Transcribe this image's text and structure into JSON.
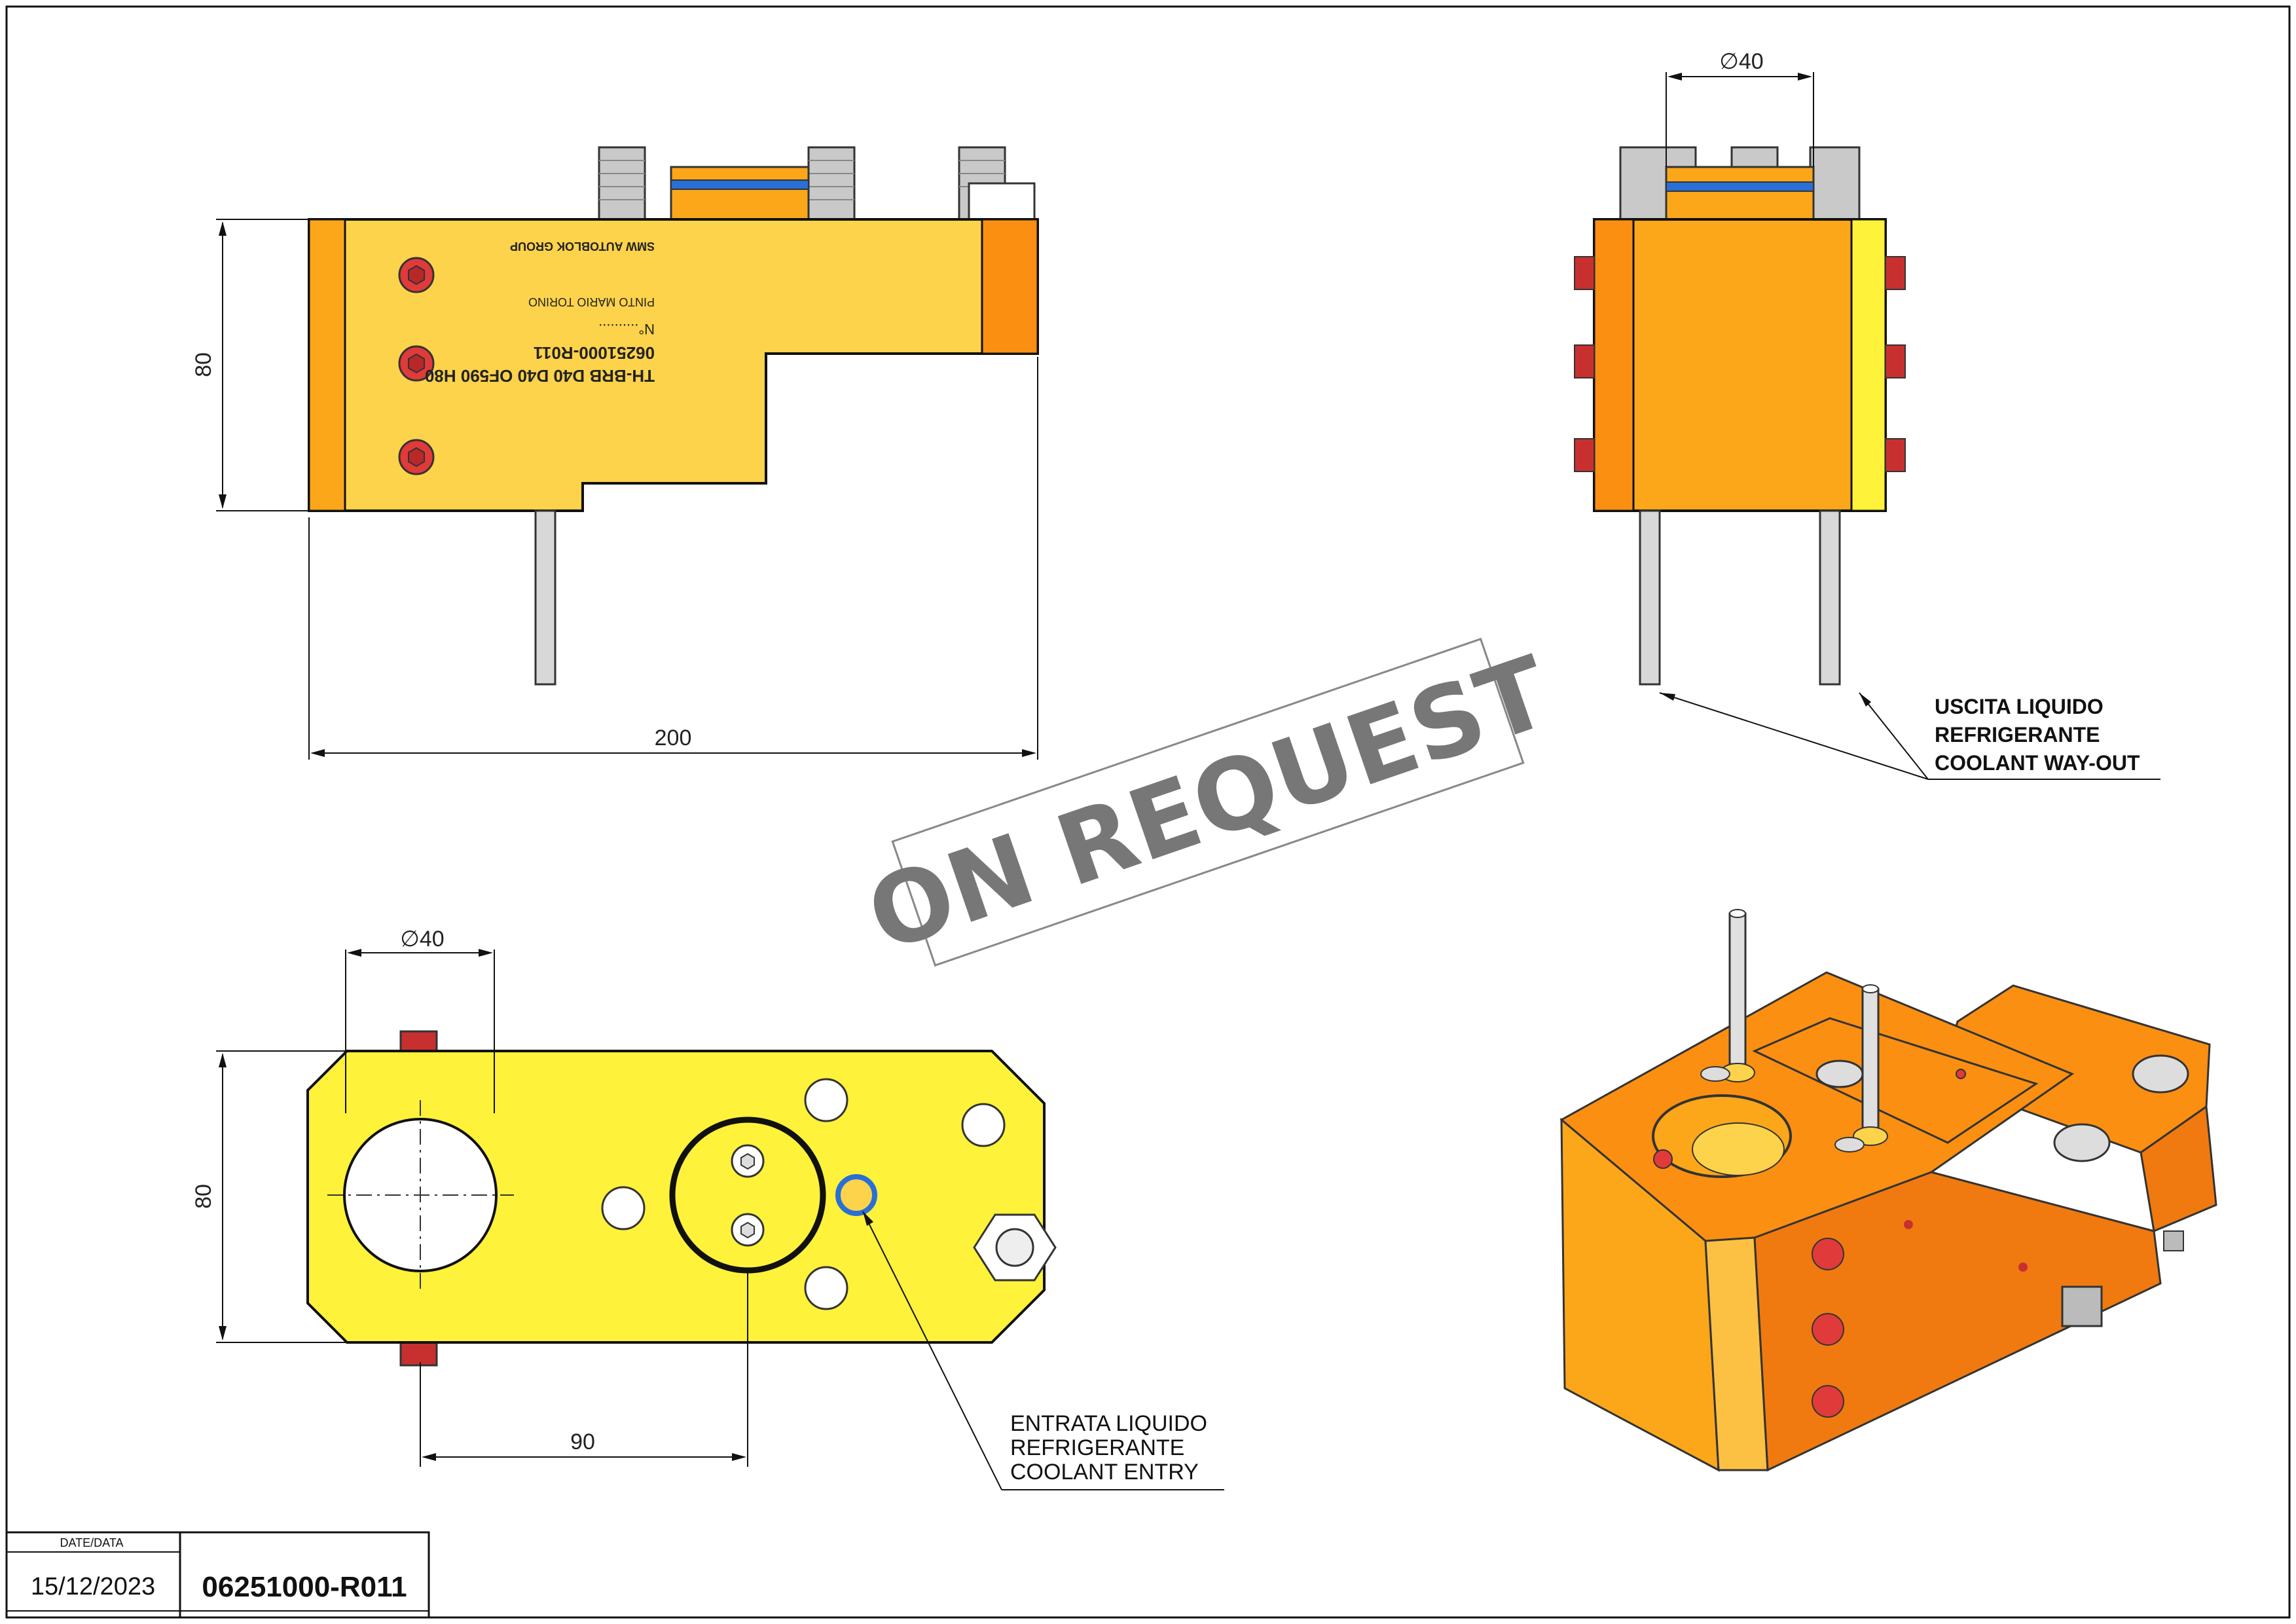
{
  "colors": {
    "body_yellow": "#fcd34a",
    "bright_yellow": "#fff23a",
    "orange": "#fb8f12",
    "dark_orange": "#f07a10",
    "amber": "#fca71a",
    "screw_red": "#e03a3a",
    "steel": "#c8c8c8",
    "line": "#111111",
    "stamp_grey": "#777777"
  },
  "stamp": {
    "text": "ON REQUEST"
  },
  "front_view": {
    "dim_height": "80",
    "dim_width": "200",
    "engraving": [
      "TH-BRB D40 D40 OF590 H80",
      "06251000-R011",
      "N°..........",
      "PINTO MARIO TORINO",
      "SMW AUTOBLOK GROUP"
    ]
  },
  "side_view": {
    "dim_diameter": "∅40",
    "note_lines": [
      "USCITA LIQUIDO",
      "REFRIGERANTE",
      "COOLANT WAY-OUT"
    ]
  },
  "top_view": {
    "dim_diameter": "∅40",
    "dim_height": "80",
    "dim_offset": "90",
    "note_lines": [
      "ENTRATA LIQUIDO",
      "REFRIGERANTE",
      "COOLANT ENTRY"
    ]
  },
  "title_block": {
    "date_label": "DATE/DATA",
    "date_value": "15/12/2023",
    "code": "06251000-R011"
  }
}
